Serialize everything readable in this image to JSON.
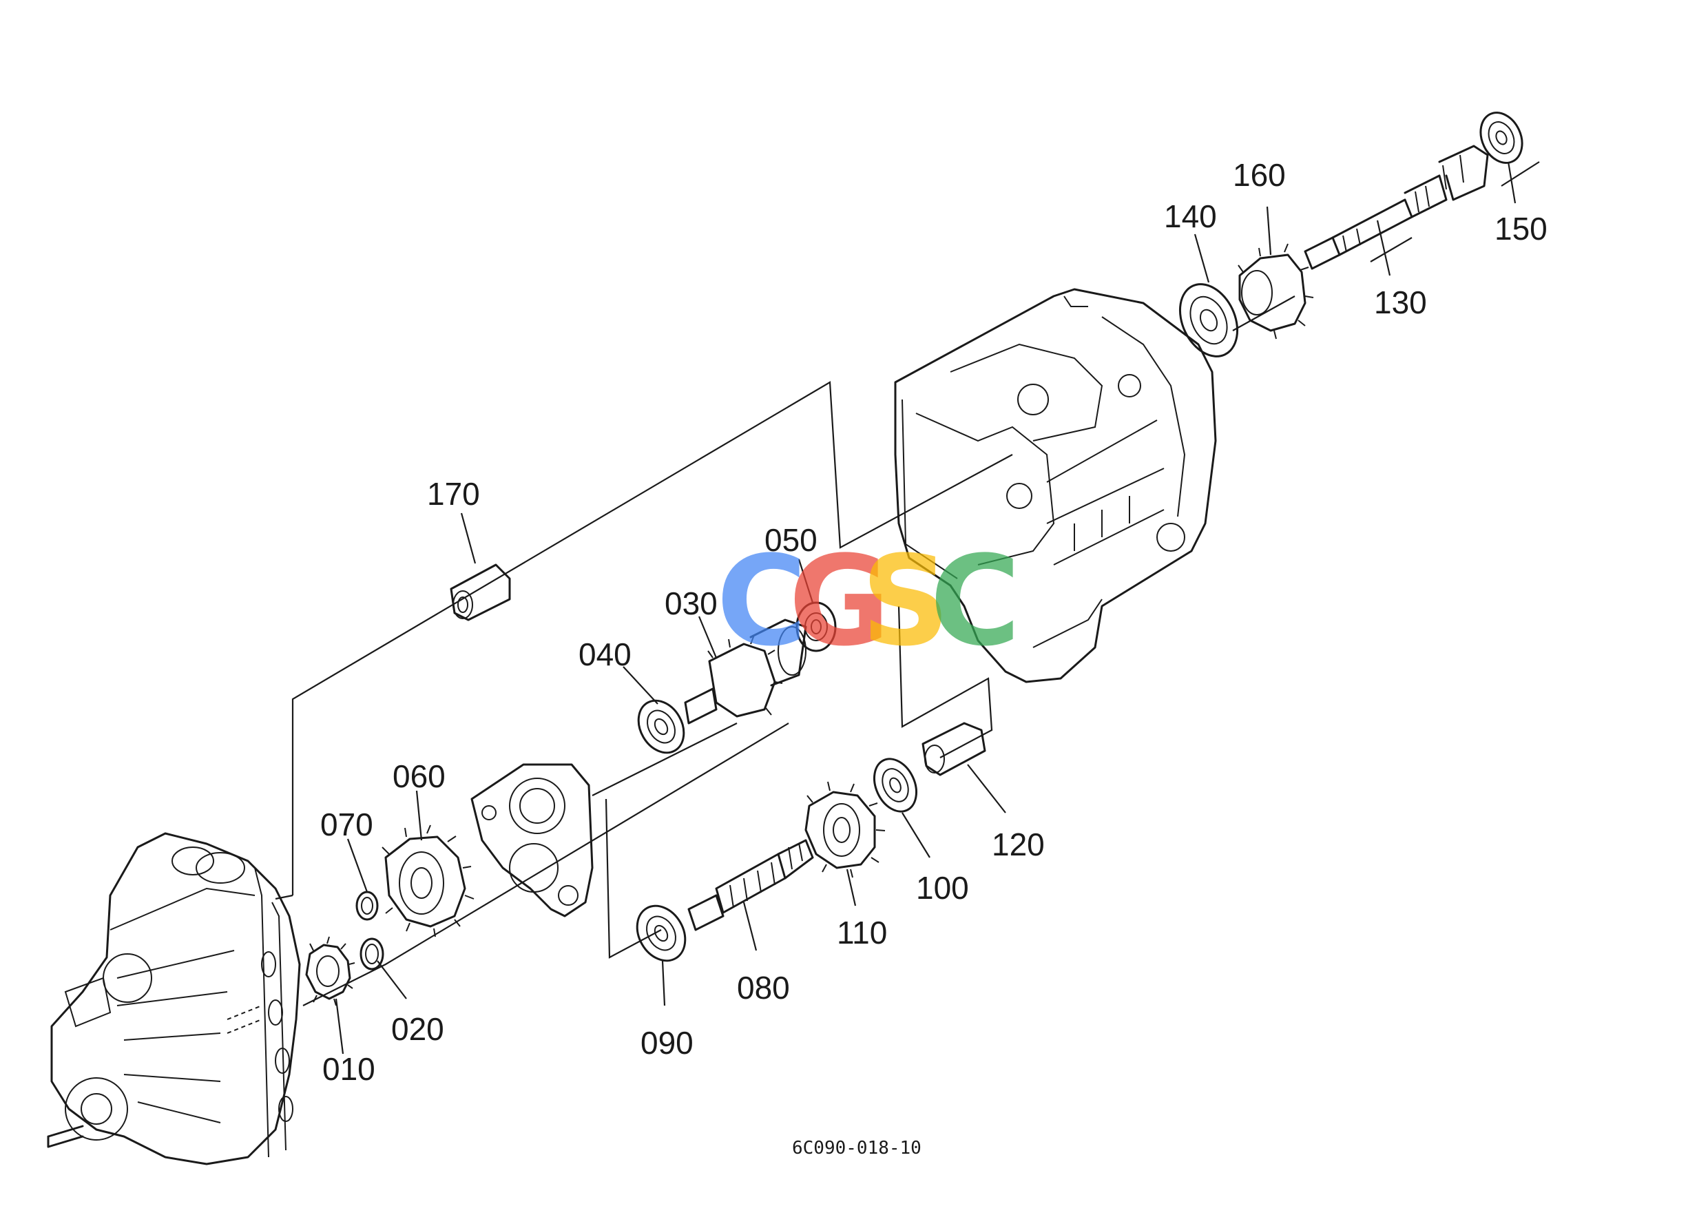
{
  "diagram": {
    "part_labels": [
      {
        "id": "010",
        "text": "010"
      },
      {
        "id": "020",
        "text": "020"
      },
      {
        "id": "030",
        "text": "030"
      },
      {
        "id": "040",
        "text": "040"
      },
      {
        "id": "050",
        "text": "050"
      },
      {
        "id": "060",
        "text": "060"
      },
      {
        "id": "070",
        "text": "070"
      },
      {
        "id": "080",
        "text": "080"
      },
      {
        "id": "090",
        "text": "090"
      },
      {
        "id": "100",
        "text": "100"
      },
      {
        "id": "110",
        "text": "110"
      },
      {
        "id": "120",
        "text": "120"
      },
      {
        "id": "130",
        "text": "130"
      },
      {
        "id": "140",
        "text": "140"
      },
      {
        "id": "150",
        "text": "150"
      },
      {
        "id": "160",
        "text": "160"
      },
      {
        "id": "170",
        "text": "170"
      }
    ],
    "drawing_code": "6C090-018-10",
    "watermark": {
      "letters": [
        "C",
        "G",
        "S",
        "C"
      ],
      "colors": [
        "#4285F4",
        "#EA4335",
        "#FBBC05",
        "#34A853"
      ]
    }
  }
}
